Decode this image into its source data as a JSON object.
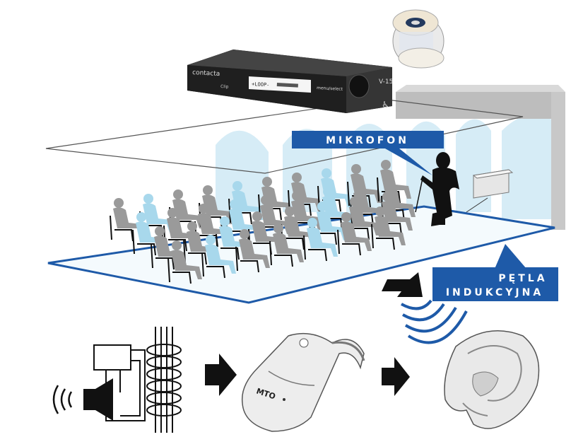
{
  "labels": {
    "microphone": "MIKROFON",
    "loop_line1": "PĘTLA",
    "loop_line2": "INDUKCYJNA"
  },
  "device": {
    "brand": "contacta",
    "display_text": "+LOOP-",
    "button_text": "menu/select",
    "model": "V-15",
    "clip_label": "Clip"
  },
  "hearing_aid": {
    "label": "MTO"
  },
  "colors": {
    "accent_blue": "#1e5aa8",
    "seat_grey": "#9a9a9a",
    "seat_lightblue": "#a8d8ec",
    "room_blue": "#cfe8f4"
  }
}
